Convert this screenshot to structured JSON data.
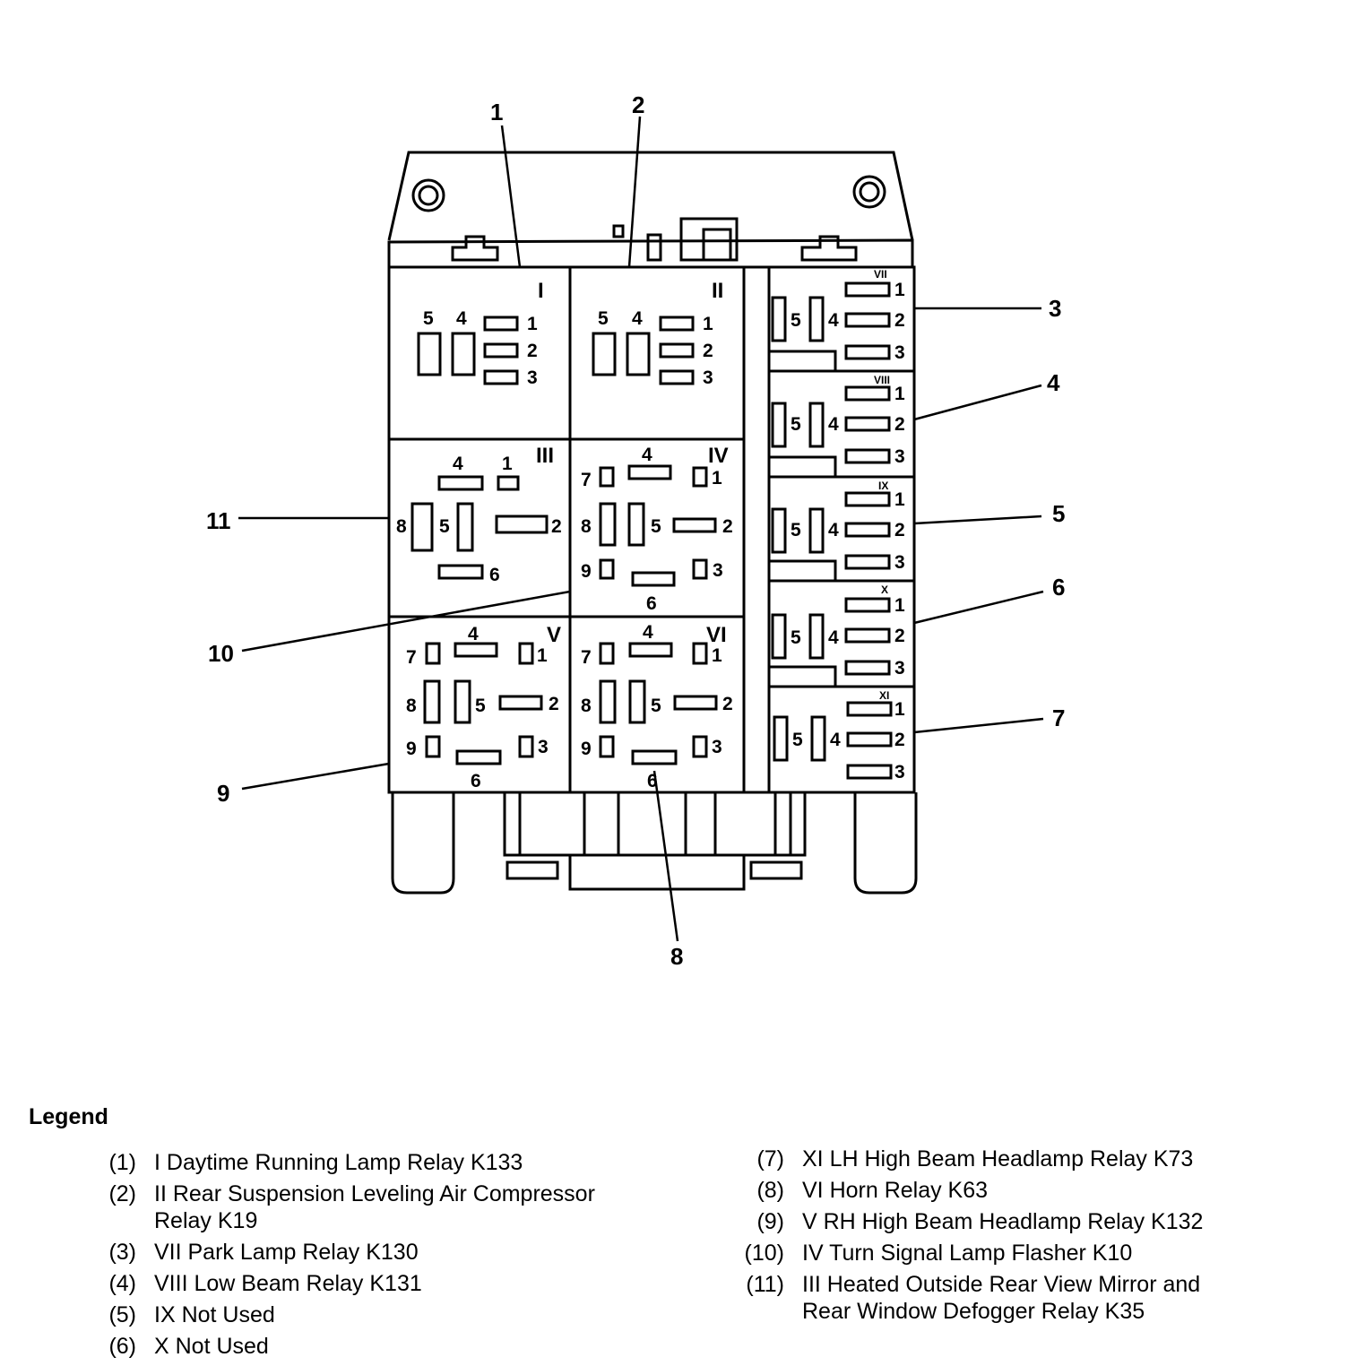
{
  "diagram": {
    "callouts": [
      "1",
      "2",
      "3",
      "4",
      "5",
      "6",
      "7",
      "8",
      "9",
      "10",
      "11"
    ],
    "relays": {
      "I": {
        "label": "I",
        "pins": [
          "5",
          "4",
          "1",
          "2",
          "3"
        ]
      },
      "II": {
        "label": "II",
        "pins": [
          "5",
          "4",
          "1",
          "2",
          "3"
        ]
      },
      "III": {
        "label": "III",
        "pins": [
          "4",
          "1",
          "8",
          "5",
          "2",
          "6"
        ]
      },
      "IV": {
        "label": "IV",
        "pins": [
          "4",
          "7",
          "1",
          "8",
          "5",
          "2",
          "9",
          "3",
          "6"
        ]
      },
      "V": {
        "label": "V",
        "pins": [
          "4",
          "7",
          "1",
          "8",
          "5",
          "2",
          "9",
          "3",
          "6"
        ]
      },
      "VI": {
        "label": "VI",
        "pins": [
          "4",
          "7",
          "1",
          "8",
          "5",
          "2",
          "9",
          "3",
          "6"
        ]
      },
      "VII": {
        "label": "VII",
        "pins": [
          "5",
          "4",
          "1",
          "2",
          "3"
        ]
      },
      "VIII": {
        "label": "VIII",
        "pins": [
          "5",
          "4",
          "1",
          "2",
          "3"
        ]
      },
      "IX": {
        "label": "IX",
        "pins": [
          "5",
          "4",
          "1",
          "2",
          "3"
        ]
      },
      "X": {
        "label": "X",
        "pins": [
          "5",
          "4",
          "1",
          "2",
          "3"
        ]
      },
      "XI": {
        "label": "XI",
        "pins": [
          "5",
          "4",
          "1",
          "2",
          "3"
        ]
      }
    }
  },
  "legend": {
    "title": "Legend",
    "items": [
      {
        "num": "(1)",
        "text": "I Daytime Running Lamp Relay K133"
      },
      {
        "num": "(2)",
        "text": "II Rear Suspension Leveling Air Compressor",
        "text2": "Relay K19"
      },
      {
        "num": "(3)",
        "text": "VII Park Lamp Relay K130"
      },
      {
        "num": "(4)",
        "text": "VIII Low Beam Relay K131"
      },
      {
        "num": "(5)",
        "text": "IX Not Used"
      },
      {
        "num": "(6)",
        "text": "X Not Used"
      },
      {
        "num": "(7)",
        "text": "XI LH High Beam Headlamp Relay K73"
      },
      {
        "num": "(8)",
        "text": "VI Horn Relay K63"
      },
      {
        "num": "(9)",
        "text": "V RH High Beam Headlamp Relay K132"
      },
      {
        "num": "(10)",
        "text": "IV Turn Signal Lamp Flasher K10"
      },
      {
        "num": "(11)",
        "text": "III Heated Outside Rear View Mirror and",
        "text2": "Rear Window Defogger Relay K35"
      }
    ]
  }
}
